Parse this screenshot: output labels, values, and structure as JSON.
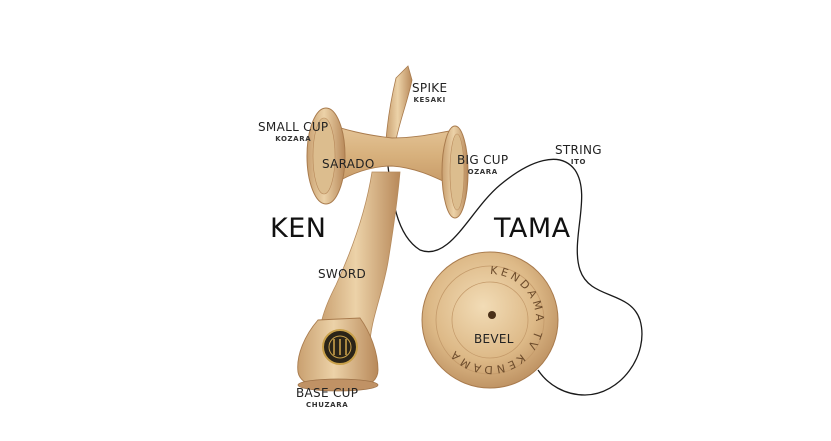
{
  "parts": {
    "spike": {
      "name": "SPIKE",
      "jp": "KESAKI"
    },
    "small_cup": {
      "name": "SMALL CUP",
      "jp": "KOZARA"
    },
    "sarado": {
      "name": "SARADO"
    },
    "big_cup": {
      "name": "BIG CUP",
      "jp": "OZARA"
    },
    "string": {
      "name": "STRING",
      "jp": "ITO"
    },
    "sword": {
      "name": "SWORD"
    },
    "bevel": {
      "name": "BEVEL"
    },
    "base_cup": {
      "name": "BASE CUP",
      "jp": "CHUZARA"
    }
  },
  "headings": {
    "ken": "KEN",
    "tama": "TAMA"
  },
  "tama_engraving": "KENDAMA TV KENDAMA",
  "colors": {
    "wood_light": "#e8c99a",
    "wood_mid": "#d4ac78",
    "wood_dark": "#b8895a",
    "string": "#1a1a1a",
    "text": "#222222"
  }
}
